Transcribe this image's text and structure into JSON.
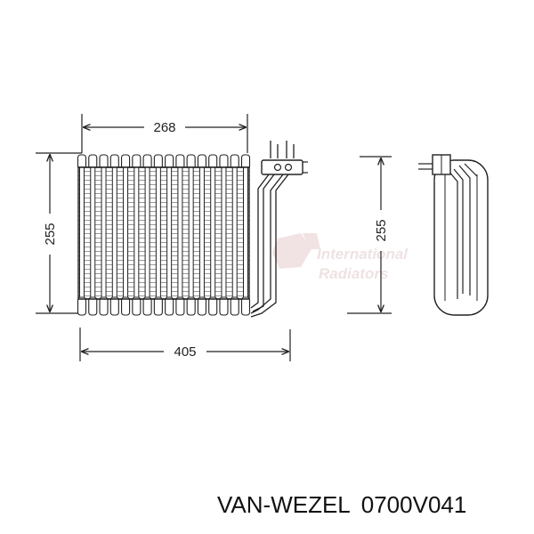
{
  "dimensions": {
    "top_width": "268",
    "left_height": "255",
    "bottom_width": "405",
    "side_height": "255"
  },
  "watermark": {
    "line1": "International",
    "line2": "Radiators"
  },
  "caption": {
    "brand": "VAN-WEZEL",
    "part_number": "0700V041"
  },
  "colors": {
    "ink": "#222222",
    "watermark": "#efe2e2"
  }
}
